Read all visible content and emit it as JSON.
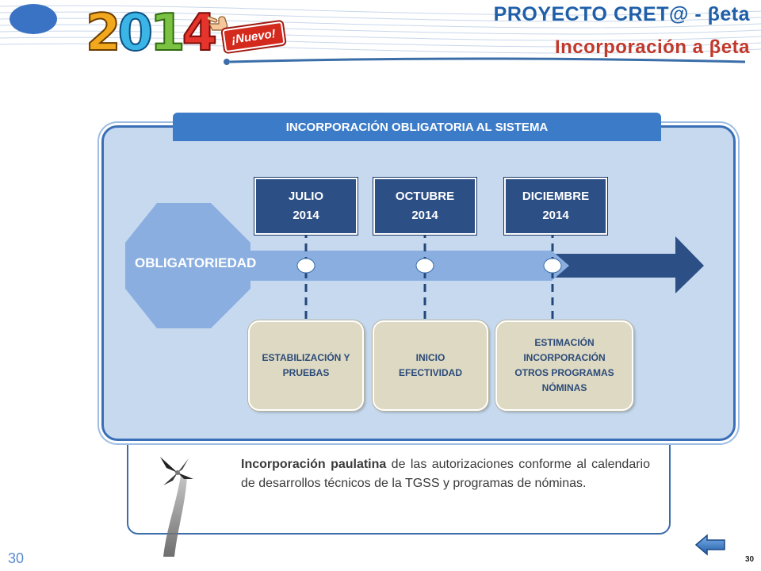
{
  "header": {
    "project_title": "PROYECTO CRET@ - βeta",
    "subtitle": "Incorporación a βeta",
    "year_digits": [
      "2",
      "0",
      "1",
      "4"
    ],
    "badge": "¡Nuevo!"
  },
  "panel": {
    "banner": "INCORPORACIÓN OBLIGATORIA AL SISTEMA",
    "octagon_label": "OBLIGATORIEDAD",
    "dates": [
      {
        "month": "JULIO",
        "year": "2014"
      },
      {
        "month": "OCTUBRE",
        "year": "2014"
      },
      {
        "month": "DICIEMBRE",
        "year": "2014"
      }
    ],
    "stages": [
      {
        "lines": [
          "ESTABILIZACIÓN Y",
          "PRUEBAS"
        ]
      },
      {
        "lines": [
          "INICIO",
          "EFECTIVIDAD"
        ]
      },
      {
        "lines": [
          "ESTIMACIÓN",
          "INCORPORACIÓN",
          "OTROS PROGRAMAS",
          "NÓMINAS"
        ]
      }
    ]
  },
  "description": {
    "bold": "Incorporación paulatina",
    "rest": " de las autorizaciones conforme al calendario de desarrollos técnicos de la TGSS y programas de nóminas."
  },
  "footer": {
    "page_left": "30",
    "page_right": "30"
  },
  "colors": {
    "title_blue": "#1f5fa8",
    "subtitle_red": "#c0392b",
    "date_box": "#2c4f86",
    "octagon": "#8aaee0",
    "stage_box": "#ddd9c3"
  }
}
